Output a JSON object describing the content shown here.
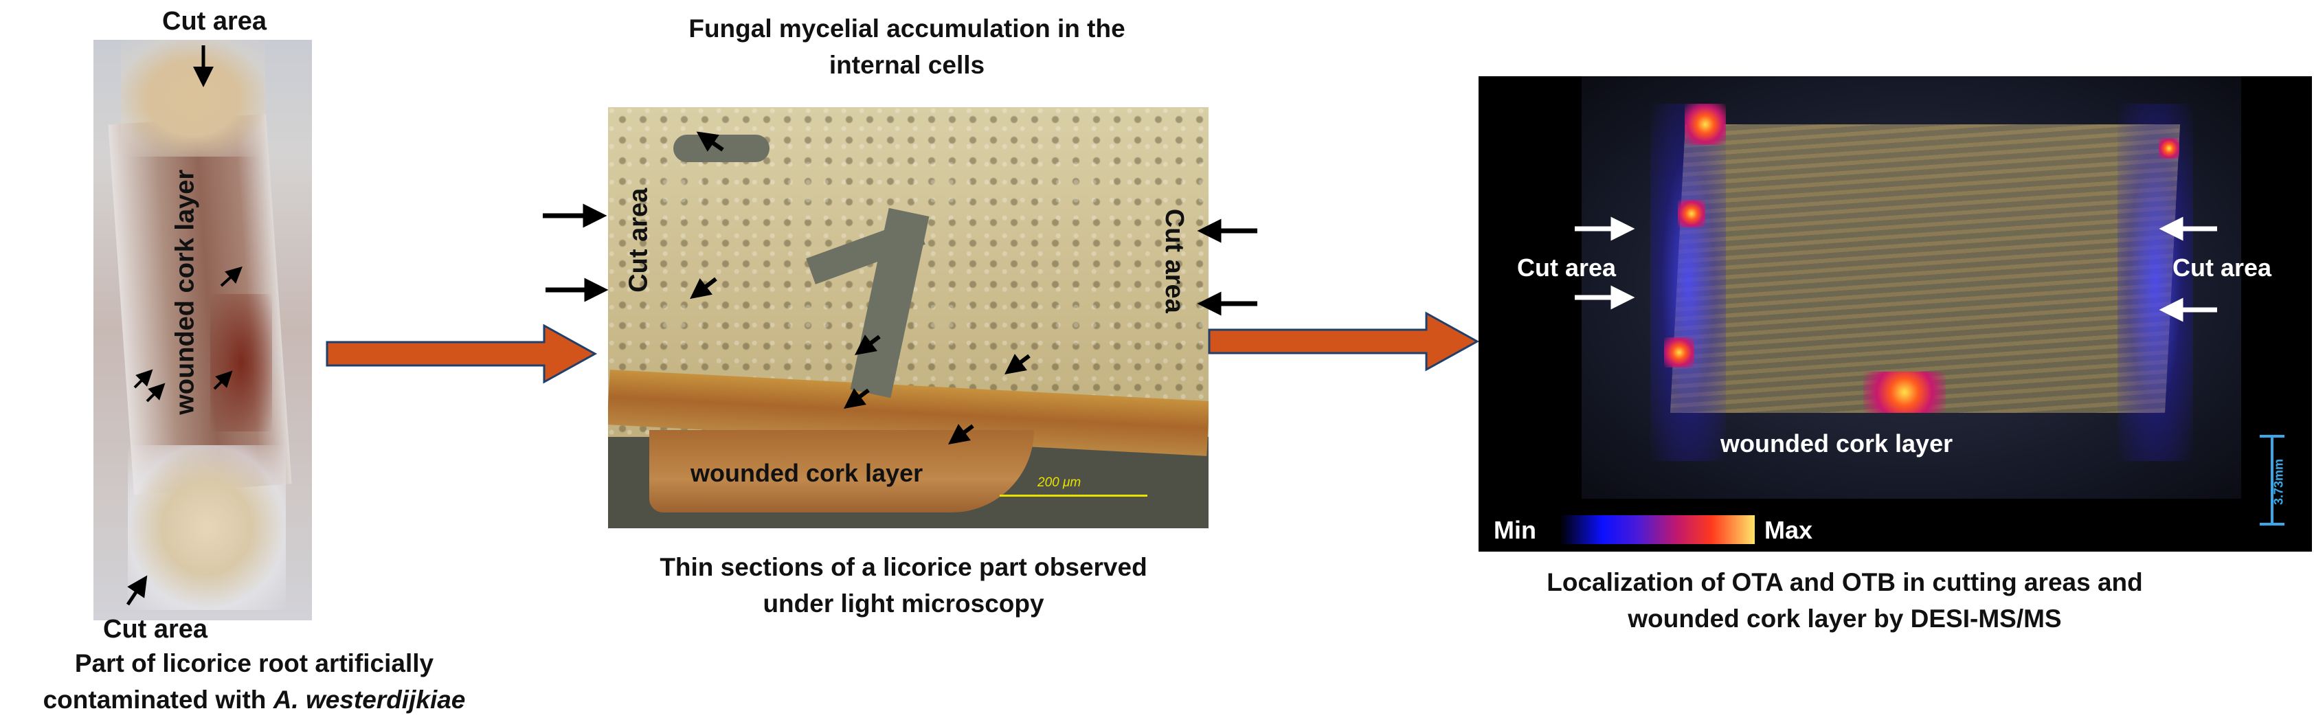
{
  "panel1": {
    "top_label": "Cut area",
    "rotated_label": "wounded cork layer",
    "bottom_label": "Cut area",
    "caption_line1": "Part of licorice root artificially",
    "caption_line2_prefix": "contaminated with ",
    "caption_line2_italic": "A. westerdijkiae"
  },
  "panel2": {
    "title_line1": "Fungal mycelial accumulation in the",
    "title_line2": "internal cells",
    "left_rotated_label": "Cut area",
    "right_rotated_label": "Cut area",
    "cork_label": "wounded cork layer",
    "scale_text": "200 μm",
    "caption_line1": "Thin sections of a licorice part observed",
    "caption_line2": "under light microscopy"
  },
  "panel3": {
    "left_label": "Cut area",
    "right_label": "Cut area",
    "cork_label": "wounded cork layer",
    "min_label": "Min",
    "max_label": "Max",
    "scale_text": "3.73mm",
    "caption_line1": "Localization of OTA and OTB in cutting areas and",
    "caption_line2": "wounded cork layer by DESI-MS/MS"
  },
  "colors": {
    "flow_arrow": "#d3541a",
    "flow_arrow_border": "#1f3f6d",
    "scale_bar": "#3aa7e8",
    "micro_scale": "#e7e200"
  }
}
